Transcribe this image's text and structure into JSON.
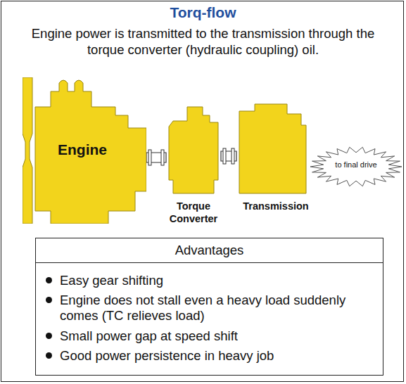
{
  "diagram": {
    "title": "Torq-flow",
    "nodes": [
      {
        "text": [
          "Engine"
        ]
      },
      {
        "text": [
          "Torque Converter"
        ]
      },
      {
        "text": [
          "Transmission"
        ]
      },
      {
        "text": [
          "to final drive"
        ]
      },
      {
        "text": [
          "Advantages",
          "Easy gear shifting",
          "Engine does not stall even a heavy load suddenly comes (TC relieves load)",
          "Small power gap at speed shift",
          "Good power persistence in heavy job"
        ]
      }
    ],
    "edges": [
      {
        "from": 0,
        "to": 1,
        "arrow": "none"
      },
      {
        "from": 1,
        "to": 2,
        "arrow": "none"
      }
    ],
    "labels": [
      "Engine power is transmitted to the transmission through the torque converter (hydraulic coupling) oil."
    ]
  }
}
